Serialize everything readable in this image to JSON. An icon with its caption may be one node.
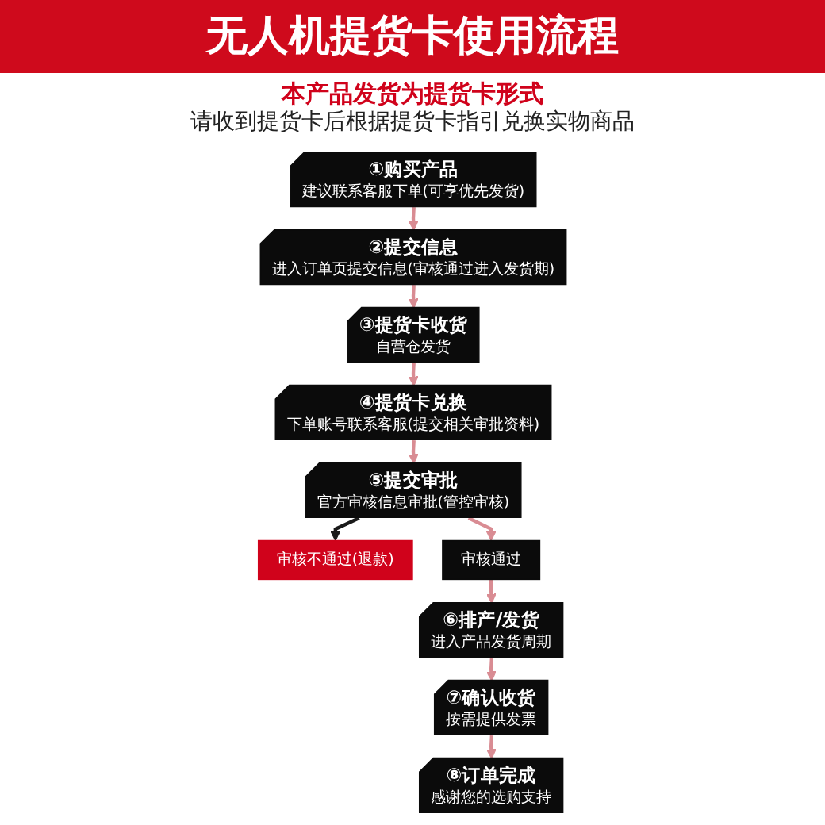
{
  "diagram": {
    "title": "无人机提货卡使用流程",
    "nodes": [
      {
        "text": [
          "①购买产品",
          "建议联系客服下单(可享优先发货)"
        ]
      },
      {
        "text": [
          "②提交信息",
          "进入订单页提交信息(审核通过进入发货期)"
        ]
      },
      {
        "text": [
          "③提货卡收货",
          "自营仓发货"
        ]
      },
      {
        "text": [
          "④提货卡兑换",
          "下单账号联系客服(提交相关审批资料)"
        ]
      },
      {
        "text": [
          "⑤提交审批",
          "官方审核信息审批(管控审核)"
        ]
      },
      {
        "text": [
          "审核不通过(退款)"
        ]
      },
      {
        "text": [
          "审核通过"
        ]
      },
      {
        "text": [
          "⑥排产/发货",
          "进入产品发货周期"
        ]
      },
      {
        "text": [
          "⑦确认收货",
          "按需提供发票"
        ]
      },
      {
        "text": [
          "⑧订单完成",
          "感谢您的选购支持"
        ]
      }
    ],
    "edges": [
      {
        "from": 0,
        "to": 1,
        "arrow": "to"
      },
      {
        "from": 1,
        "to": 2,
        "arrow": "to"
      },
      {
        "from": 2,
        "to": 3,
        "arrow": "to"
      },
      {
        "from": 3,
        "to": 4,
        "arrow": "to"
      },
      {
        "from": 4,
        "to": 5,
        "arrow": "to",
        "color": "#1a1a1a"
      },
      {
        "from": 4,
        "to": 6,
        "arrow": "to"
      },
      {
        "from": 6,
        "to": 7,
        "arrow": "to"
      },
      {
        "from": 7,
        "to": 8,
        "arrow": "to"
      },
      {
        "from": 8,
        "to": 9,
        "arrow": "to"
      }
    ],
    "labels": [
      "本产品发货为提货卡形式",
      "请收到提货卡后根据提货卡指引兑换实物商品"
    ]
  }
}
